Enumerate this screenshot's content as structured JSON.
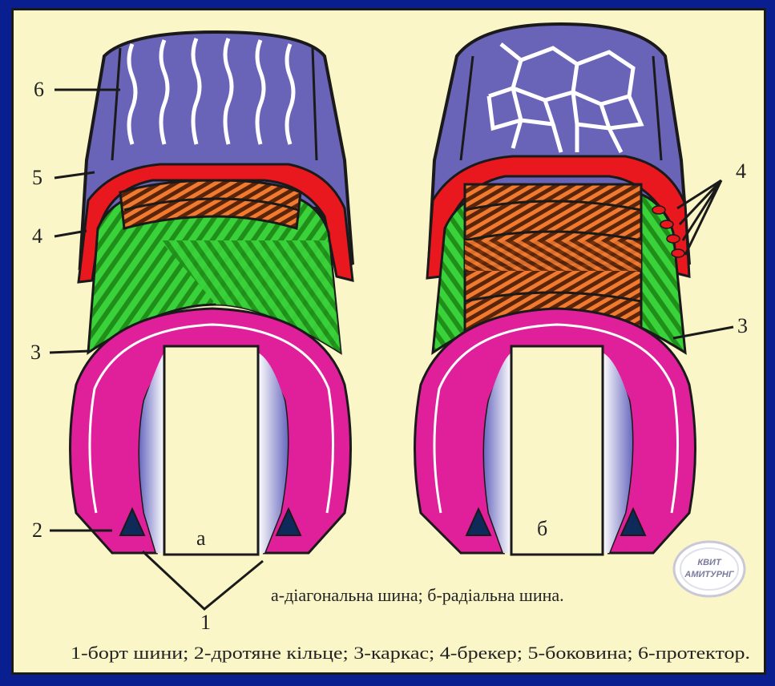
{
  "labels": {
    "n6": "6",
    "n5": "5",
    "n4_left": "4",
    "n3_left": "3",
    "n2": "2",
    "n1": "1",
    "n4_right": "4",
    "n3_right": "3",
    "tire_a": "а",
    "tire_b": "б"
  },
  "captions": {
    "types": "а-діагональна шина;   б-радіальна шина.",
    "legend": "1-борт шини;  2-дротяне кільце; 3-каркас; 4-брекер; 5-боковина; 6-протектор."
  },
  "logo": {
    "line1": "КВИТ",
    "line2": "АМИТУРНГ"
  },
  "colors": {
    "background": "#0a1f8f",
    "panel": "#fbf6c8",
    "tread": "#6a64b8",
    "sidewall_red": "#e8181e",
    "carcass": "#2fc02a",
    "breaker": "#8a3a14",
    "bead_magenta": "#e0209a"
  }
}
